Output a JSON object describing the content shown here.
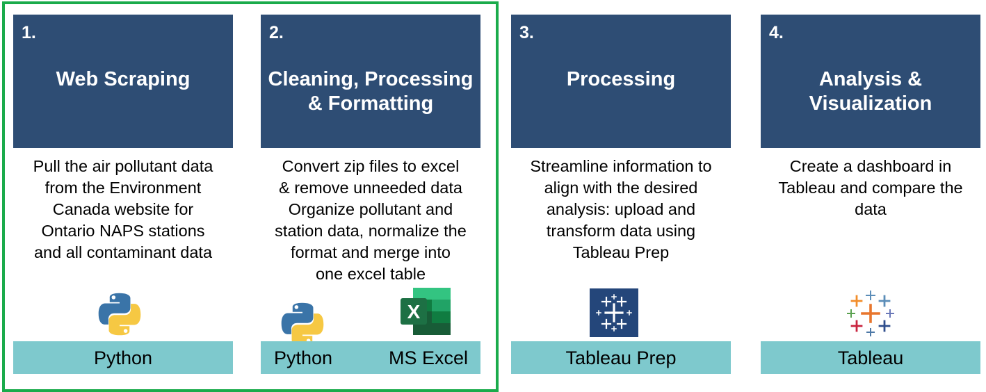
{
  "steps": [
    {
      "number": "1.",
      "title": "Web Scraping",
      "description": "Pull the air pollutant data\nfrom the Environment\nCanada website for\nOntario NAPS stations\nand all contaminant data",
      "tools": [
        "Python"
      ]
    },
    {
      "number": "2.",
      "title": "Cleaning, Processing\n& Formatting",
      "description": "Convert zip files to excel\n& remove unneeded data\nOrganize pollutant and\nstation data, normalize the\nformat and merge into\none excel table",
      "tools": [
        "Python",
        "MS Excel"
      ]
    },
    {
      "number": "3.",
      "title": "Processing",
      "description": "Streamline information to\nalign with the desired\nanalysis: upload and\ntransform data using\nTableau Prep",
      "tools": [
        "Tableau Prep"
      ]
    },
    {
      "number": "4.",
      "title": "Analysis &\nVisualization",
      "description": "Create a dashboard in\nTableau and compare the\ndata",
      "tools": [
        "Tableau"
      ]
    }
  ],
  "logos": {
    "excel_letter": "X"
  },
  "colors": {
    "header_bg": "#2e4d74",
    "tool_bar_bg": "#7ec9cd",
    "highlight_frame": "#1aab4b",
    "python_blue": "#3a74a8",
    "python_yellow": "#f6c843",
    "excel_green": "#1d7044",
    "tableau_prep_bg": "#24467a"
  }
}
